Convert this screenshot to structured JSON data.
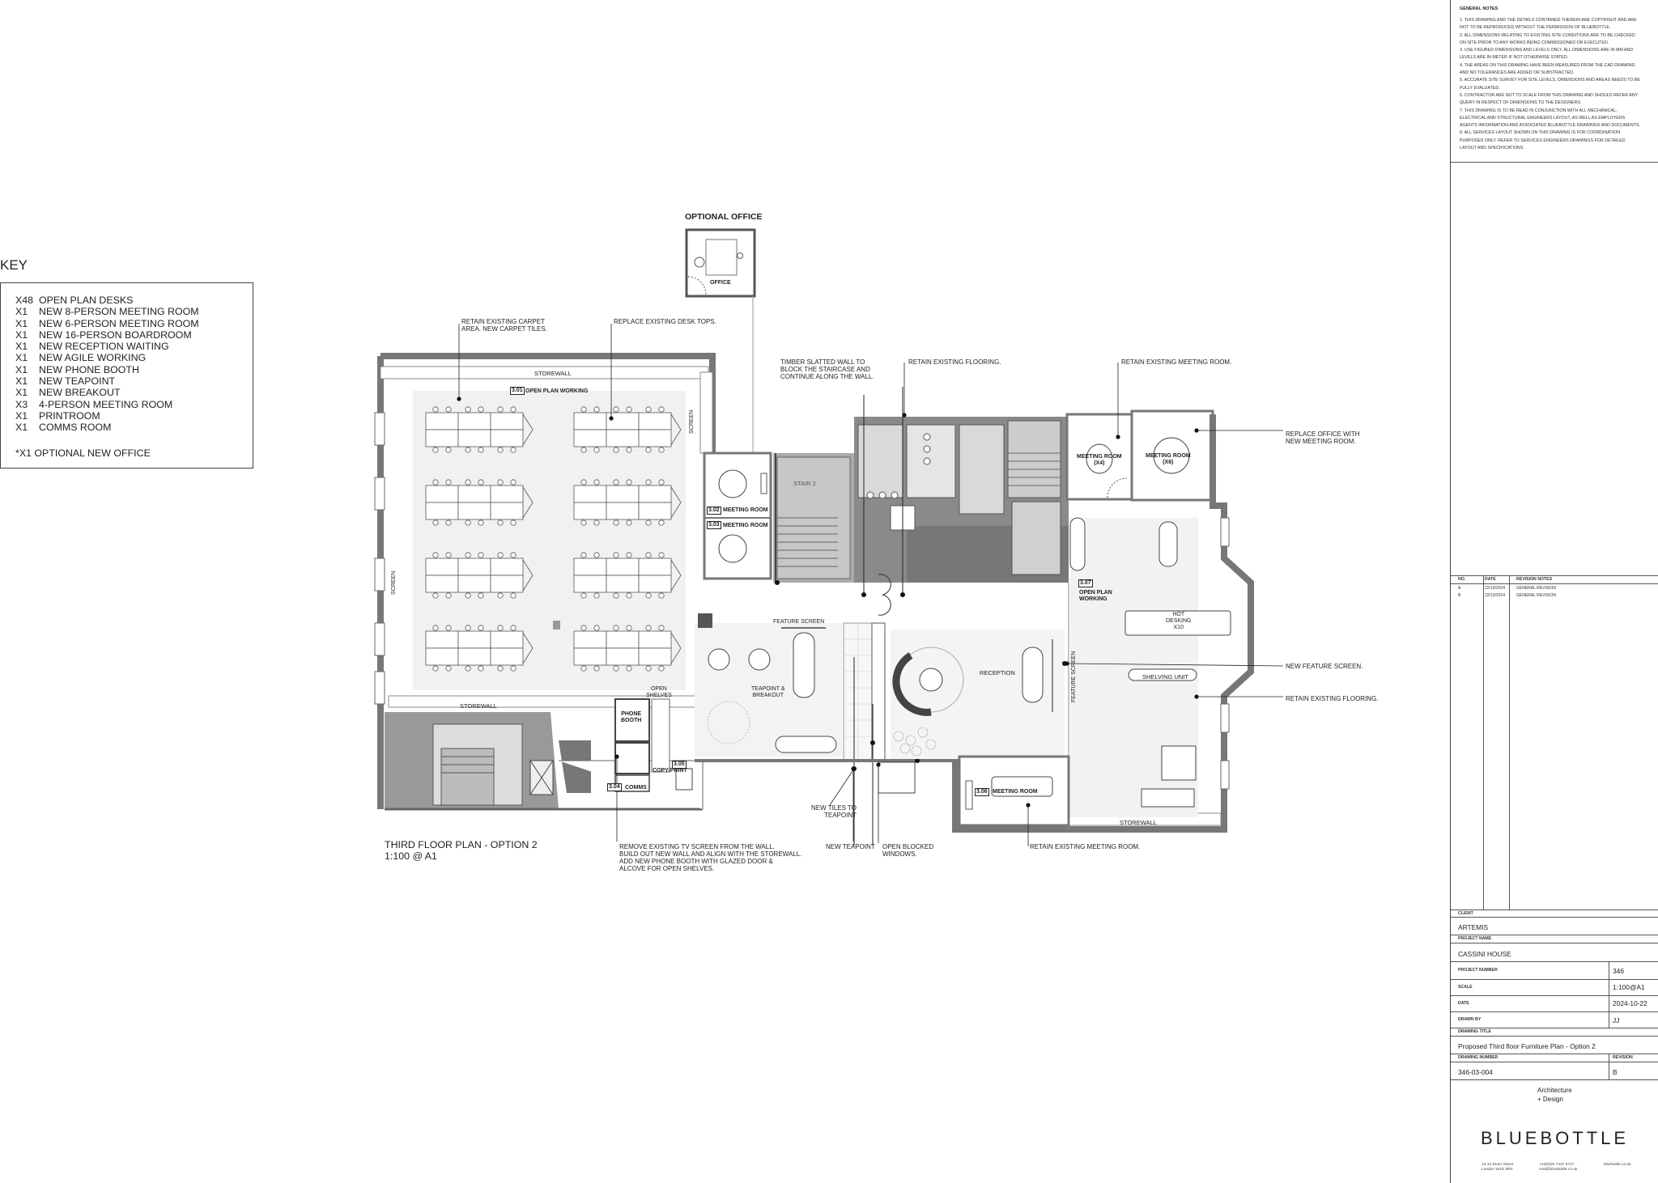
{
  "key": {
    "title": "KEY",
    "items": [
      {
        "qty": "X48",
        "label": "OPEN PLAN DESKS"
      },
      {
        "qty": "X1",
        "label": "NEW 8-PERSON  MEETING ROOM"
      },
      {
        "qty": "X1",
        "label": "NEW 6-PERSON  MEETING ROOM"
      },
      {
        "qty": "X1",
        "label": "NEW 16-PERSON BOARDROOM"
      },
      {
        "qty": "X1",
        "label": "NEW RECEPTION WAITING"
      },
      {
        "qty": "X1",
        "label": "NEW AGILE WORKING"
      },
      {
        "qty": "X1",
        "label": "NEW PHONE BOOTH"
      },
      {
        "qty": "X1",
        "label": "NEW TEAPOINT"
      },
      {
        "qty": "X1",
        "label": "NEW BREAKOUT"
      },
      {
        "qty": "X3",
        "label": "4-PERSON MEETING ROOM"
      },
      {
        "qty": "X1",
        "label": "PRINTROOM"
      },
      {
        "qty": "X1",
        "label": "COMMS ROOM"
      }
    ],
    "note": "*X1  OPTIONAL NEW OFFICE"
  },
  "plan": {
    "optional_office_title": "OPTIONAL OFFICE",
    "office_label": "OFFICE",
    "title": "THIRD FLOOR PLAN - OPTION 2",
    "scale": "1:100 @ A1",
    "rooms": {
      "storewall_top": "STOREWALL",
      "open_plan_num": "3.01",
      "open_plan": "OPEN PLAN WORKING",
      "screen_1": "SCREEN",
      "screen_2": "SCREEN",
      "stair": "STAIR 2",
      "meeting_302_num": "3.02",
      "meeting_302": "MEETING ROOM",
      "meeting_303_num": "3.03",
      "meeting_303": "MEETING ROOM",
      "meeting_x4": "MEETING ROOM\n(X4)",
      "meeting_x6": "MEETING ROOM\n(X6)",
      "open_plan_307_num": "3.07",
      "open_plan_307": "OPEN PLAN\nWORKING",
      "hot_desking": "HOT\nDESKING\nX10",
      "shelving_unit": "SHELVING UNIT",
      "reception": "RECEPTION",
      "feature_screen_vertical": "FEATURE SCREEN",
      "feature_screen": "FEATURE SCREEN",
      "teapoint": "TEAPOINT &\nBREAKOUT",
      "open_shelves": "OPEN\nSHELVES",
      "phone_booth": "PHONE\nBOOTH",
      "copy_num": "3.05",
      "copy_print": "COPY/PRINT",
      "comms_num": "3.04",
      "comms": "COMMS",
      "storewall_left": "STOREWALL",
      "meeting_306_num": "3.06",
      "meeting_306": "MEETING ROOM",
      "storewall_right": "STOREWALL"
    },
    "notes": {
      "carpet": "RETAIN EXISTING CARPET\nAREA. NEW CARPET TILES.",
      "desk_tops": "REPLACE EXISTING DESK TOPS.",
      "timber": "TIMBER SLATTED WALL TO\nBLOCK THE STAIRCASE AND\nCONTINUE ALONG THE WALL.",
      "flooring_top": "RETAIN EXISTING FLOORING.",
      "meeting_top": "RETAIN EXISTING MEETING ROOM.",
      "replace_office": "REPLACE OFFICE WITH\nNEW MEETING ROOM.",
      "feature_screen": "NEW FEATURE SCREEN.",
      "flooring_right": "RETAIN EXISTING FLOORING.",
      "tv_screen": "REMOVE EXISTING TV SCREEN FROM THE WALL.\nBUILD OUT NEW WALL AND ALIGN WITH THE STOREWALL.\nADD NEW PHONE BOOTH WITH GLAZED DOOR &\nALCOVE FOR OPEN SHELVES.",
      "tiles": "NEW TILES TO\nTEAPOINT",
      "new_teapoint": "NEW TEAPOINT",
      "blocked": "OPEN BLOCKED\nWINDOWS.",
      "meeting_bottom": "RETAIN EXISTING MEETING ROOM."
    }
  },
  "title_block": {
    "general_notes_title": "GENERAL NOTES",
    "general_notes": [
      "1.  THIS DRAWING AND THE DETAILS CONTAINED THEREIN ARE COPYRIGHT AND ARE NOT TO BE REPRODUCED WITHOUT THE PERMISSION OF BLUEBOTTLE.",
      "2.  ALL DIMENSIONS RELATING TO EXISTING SITE CONDITIONS ARE TO BE CHECKED ON SITE PRIOR TO ANY WORKS BEING COMMISSIONED OR EXECUTED.",
      "3.  USE FIGURED DIMENSIONS AND LEVELS ONLY. ALL DIMENSIONS ARE IN MM AND LEVELS ARE IN METER IF NOT OTHERWISE STATED.",
      "4.  THE AREAS ON THIS DRAWING HAVE BEEN MEASURED FROM THE CAD DRAWING AND NO TOLERANCES ARE ADDED OR SUBSTRACTED.",
      "5.  ACCURATE SITE SURVEY FOR SITE LEVELS, DIMENSIONS AND AREAS NEEDS TO BE FULLY EVALUATED.",
      "6.  CONTRACTOR ARE NOT TO SCALE FROM THIS DRAWING AND SHOULD REFER ANY QUERY IN RESPECT OF DIMENSIONS TO THE DESIGNERS.",
      "7.  THIS DRAWING IS TO BE READ IN CONJUNCTION WITH ALL MECHANICAL, ELECTRICAL AND STRUCTURAL ENGINEERS LAYOUT, AS WELL AS EMPLOYERS AGENTS INFORMATION AND ASSOCIATED BLUEBOTTLE DRAWINGS AND DOCUMENTS.",
      "8.  ALL SERVICES LAYOUT SHOWN ON THIS DRAWING IS FOR COORDINATION PURPOSES ONLY. REFER TO SERVICES ENGINEERS DRAWINGS FOR DETAILED LAYOUT AND SPECIFICATIONS."
    ],
    "revision_headers": {
      "no": "NO.",
      "date": "DATE",
      "notes": "REVISION NOTES"
    },
    "revisions": [
      {
        "no": "A",
        "date": "22/10/2024",
        "notes": "GENERAL REVISION"
      },
      {
        "no": "B",
        "date": "22/10/2024",
        "notes": "GENERAL REVISION"
      }
    ],
    "client_label": "CLIENT",
    "client": "ARTEMIS",
    "project_name_label": "PROJECT NAME",
    "project_name": "CASSINI HOUSE",
    "project_number_label": "PROJECT NUMBER",
    "project_number": "346",
    "scale_label": "SCALE",
    "scale": "1:100@A1",
    "date_label": "DATE",
    "date": "2024-10-22",
    "drawn_by_label": "DRAWN BY",
    "drawn_by": "JJ",
    "drawing_title_label": "DRAWING TITLE",
    "drawing_title": "Proposed Third floor Furniture Plan - Option 2",
    "drawing_number_label": "DRAWING NUMBER",
    "drawing_number": "346-03-004",
    "revision_label": "REVISION",
    "revision": "B",
    "tagline": "Architecture\n+ Design",
    "logo": "BLUEBOTTLE",
    "address": "13-14 Dean Street\nLondon W1D 3RS",
    "phone": "+44(0)20 7437 5717\nmail@bluebottle.co.uk",
    "web": "bluebottle.co.uk"
  }
}
